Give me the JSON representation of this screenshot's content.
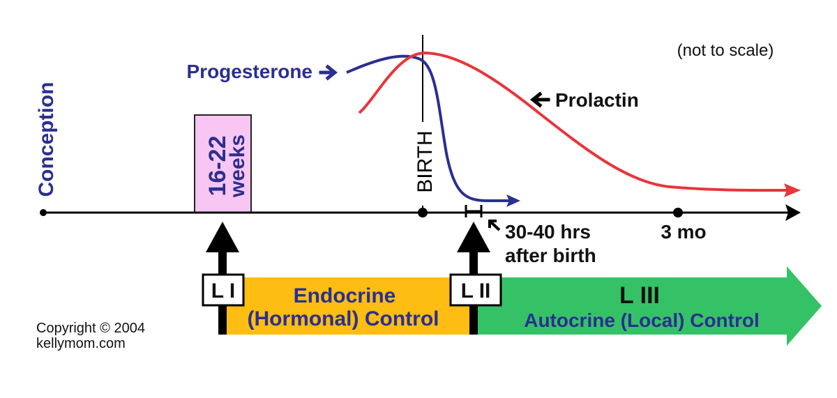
{
  "note": "(not to scale)",
  "hormones": {
    "progesterone": "Progesterone",
    "prolactin": "Prolactin"
  },
  "timeline": {
    "conception": "Conception",
    "weeks_range": "16-22",
    "weeks_word": "weeks",
    "birth": "BIRTH",
    "hrs_line1": "30-40 hrs",
    "hrs_line2": "after birth",
    "three_months": "3 mo"
  },
  "stages": {
    "l1": "L I",
    "l2": "L II",
    "l3": "L III",
    "endocrine_line1": "Endocrine",
    "endocrine_line2": "(Hormonal) Control",
    "autocrine": "Autocrine (Local) Control"
  },
  "copyright": {
    "line1": "Copyright © 2004",
    "line2": "kellymom.com"
  },
  "colors": {
    "progesterone": "#2b2f8f",
    "prolactin": "#e8353a",
    "weeks_box": "#f7c6f3",
    "endocrine": "#fdbd12",
    "autocrine": "#35c267",
    "label_blue": "#2b2f8f"
  }
}
